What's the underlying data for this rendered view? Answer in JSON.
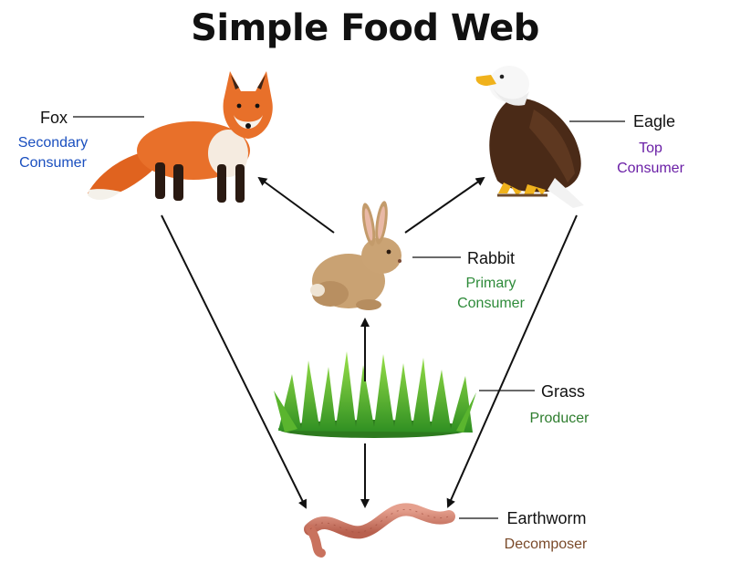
{
  "title": "Simple Food Web",
  "organisms": {
    "fox": {
      "name": "Fox",
      "role_line1": "Secondary",
      "role_line2": "Consumer"
    },
    "eagle": {
      "name": "Eagle",
      "role_line1": "Top",
      "role_line2": "Consumer"
    },
    "rabbit": {
      "name": "Rabbit",
      "role_line1": "Primary",
      "role_line2": "Consumer"
    },
    "grass": {
      "name": "Grass",
      "role_line1": "Producer"
    },
    "earthworm": {
      "name": "Earthworm",
      "role_line1": "Decomposer"
    }
  },
  "colors": {
    "secondary_consumer": "#1a4fbf",
    "top_consumer": "#6a1fa6",
    "primary_consumer": "#2e8b3a",
    "producer": "#2e7d2e",
    "decomposer": "#7a4a2a"
  },
  "icons": {
    "fox": "fox-icon",
    "eagle": "eagle-icon",
    "rabbit": "rabbit-icon",
    "grass": "grass-icon",
    "earthworm": "earthworm-icon"
  }
}
